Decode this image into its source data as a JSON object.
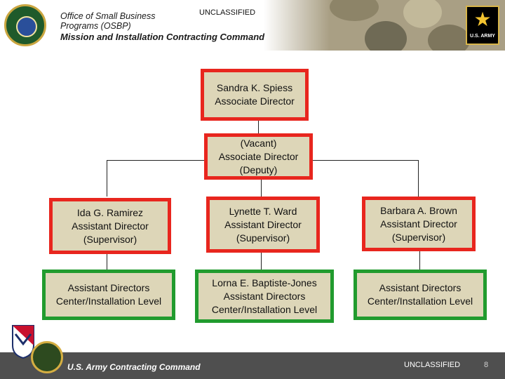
{
  "header": {
    "office_title": "Office of Small Business Programs (OSBP)",
    "classification": "UNCLASSIFIED",
    "command_title": "Mission and Installation Contracting Command",
    "army_logo_text": "U.S. ARMY"
  },
  "org_chart": {
    "director": {
      "name": "Sandra K. Spiess",
      "title": "Associate Director"
    },
    "deputy": {
      "name": "(Vacant)",
      "title": "Associate Director",
      "qualifier": "(Deputy)"
    },
    "supervisors": [
      {
        "name": "Ida G. Ramirez",
        "title": "Assistant Director",
        "qualifier": "(Supervisor)"
      },
      {
        "name": "Lynette T. Ward",
        "title": "Assistant Director",
        "qualifier": "(Supervisor)"
      },
      {
        "name": "Barbara A. Brown",
        "title": "Assistant Director",
        "qualifier": "(Supervisor)"
      }
    ],
    "staff": [
      {
        "line1": "Assistant Directors",
        "line2": "Center/Installation Level"
      },
      {
        "line1": "Lorna E. Baptiste-Jones",
        "line2": "Assistant Directors",
        "line3": "Center/Installation Level"
      },
      {
        "line1": "Assistant Directors",
        "line2": "Center/Installation Level"
      }
    ],
    "colors": {
      "leadership_border": "#e8261e",
      "staff_border": "#219b2e",
      "box_fill": "#ddd6b8"
    }
  },
  "footer": {
    "command_name": "U.S. Army Contracting Command",
    "classification": "UNCLASSIFIED",
    "page_number": "8"
  }
}
